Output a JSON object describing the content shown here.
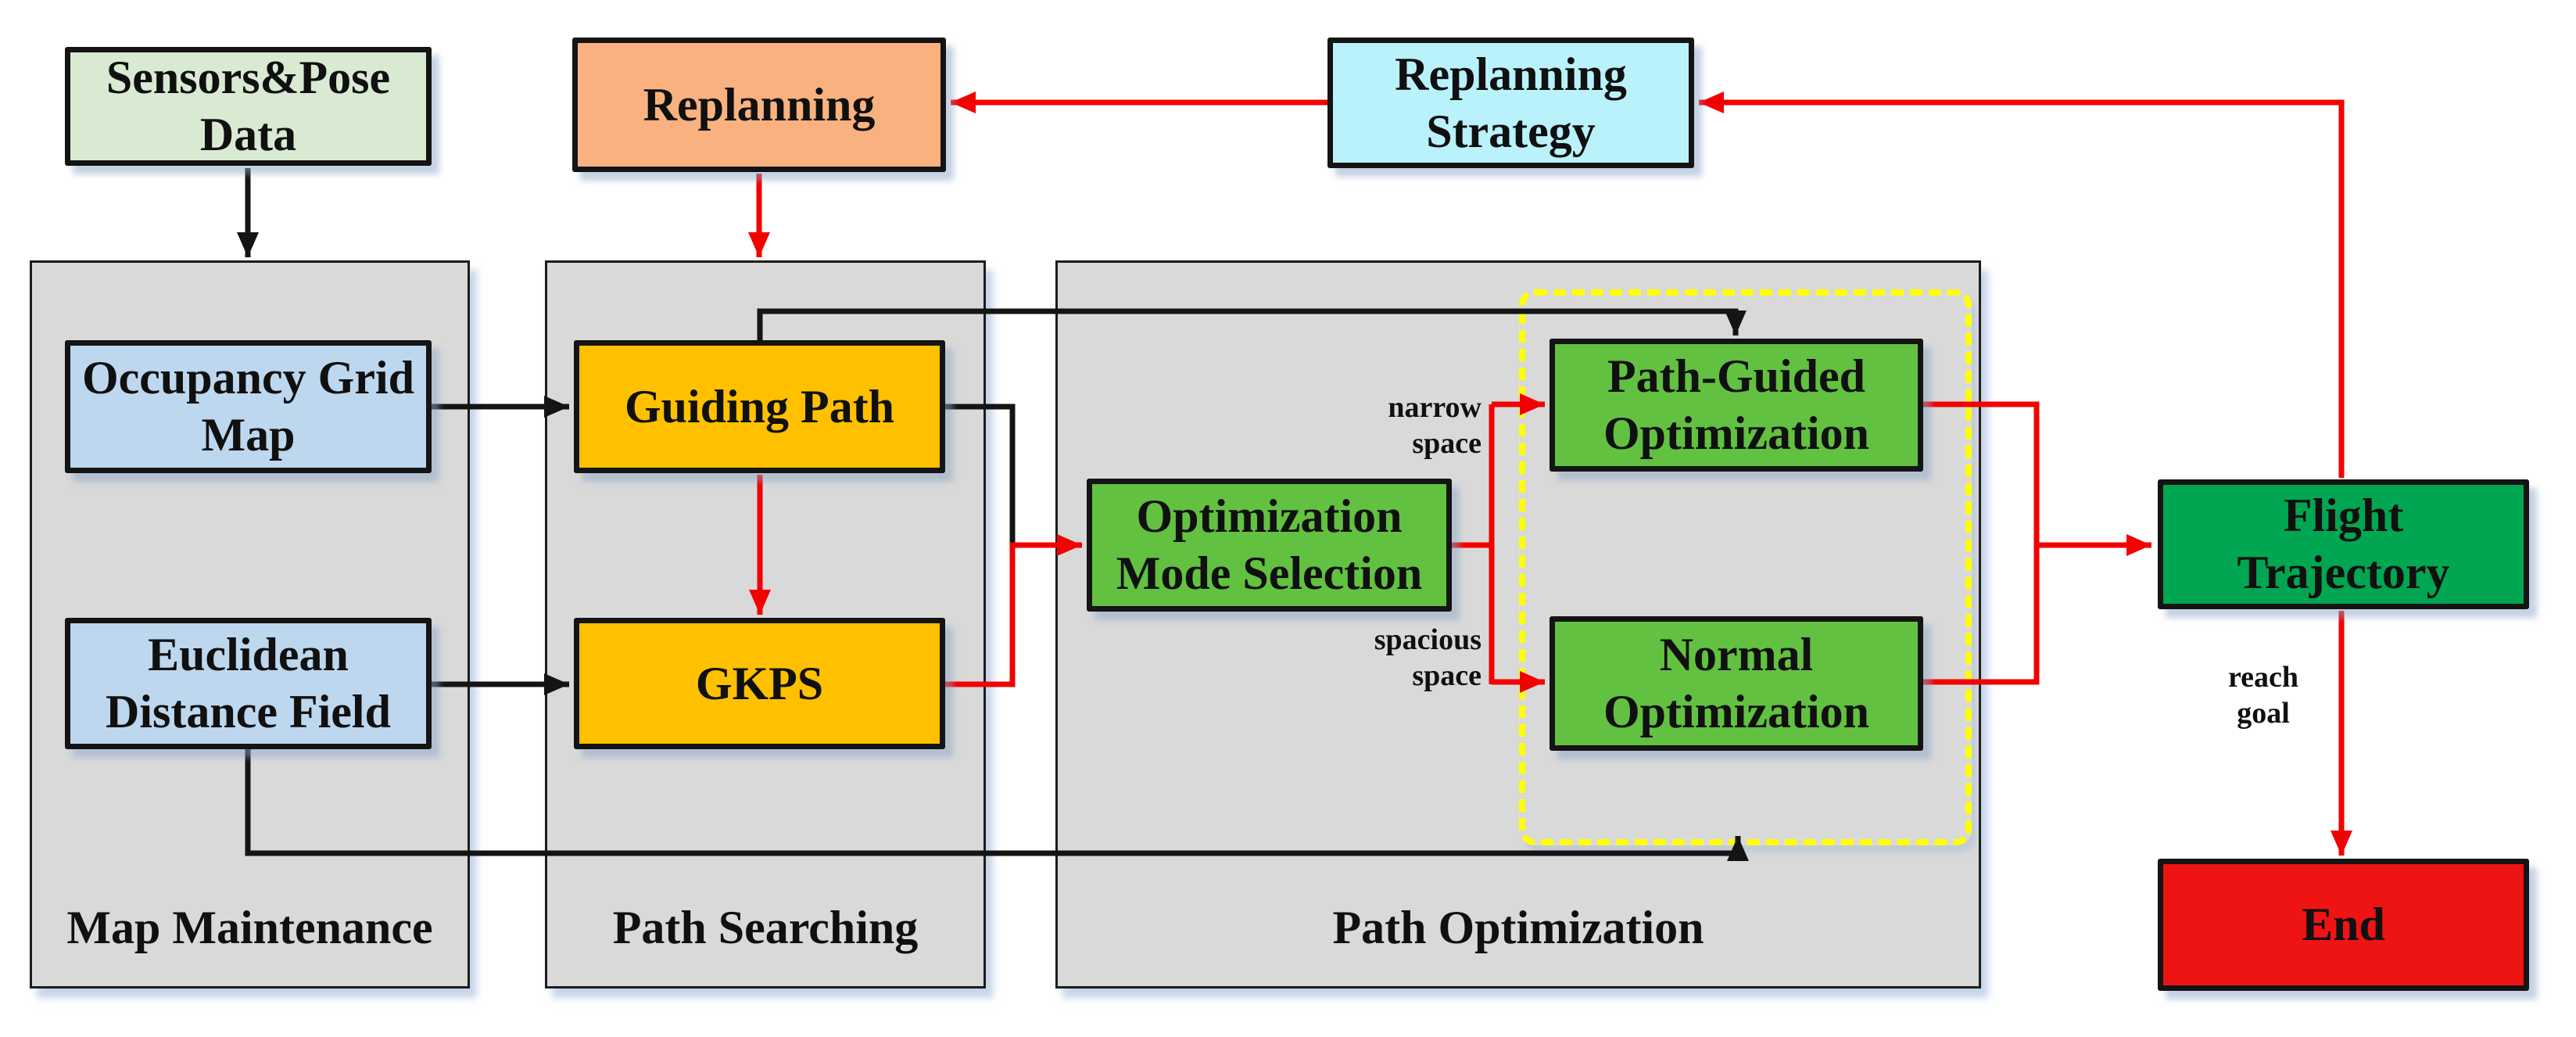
{
  "diagram": {
    "panels": [
      {
        "id": "map-maintenance",
        "label": "Map Maintenance"
      },
      {
        "id": "path-searching",
        "label": "Path Searching"
      },
      {
        "id": "path-optimization",
        "label": "Path Optimization"
      }
    ],
    "nodes": {
      "sensors": {
        "label": "Sensors&Pose\nData",
        "fill": "#d9ead3"
      },
      "replanning": {
        "label": "Replanning",
        "fill": "#f9b27f"
      },
      "replanning_strategy": {
        "label": "Replanning\nStrategy",
        "fill": "#b9f2fa"
      },
      "occupancy_grid_map": {
        "label": "Occupancy Grid\nMap",
        "fill": "#bdd7ee"
      },
      "euclidean_distance_field": {
        "label": "Euclidean\nDistance Field",
        "fill": "#bdd7ee"
      },
      "guiding_path": {
        "label": "Guiding Path",
        "fill": "#ffc000"
      },
      "gkps": {
        "label": "GKPS",
        "fill": "#ffc000"
      },
      "optimization_mode_selection": {
        "label": "Optimization\nMode Selection",
        "fill": "#62c140"
      },
      "path_guided_optimization": {
        "label": "Path-Guided\nOptimization",
        "fill": "#62c140"
      },
      "normal_optimization": {
        "label": "Normal\nOptimization",
        "fill": "#62c140"
      },
      "flight_trajectory": {
        "label": "Flight\nTrajectory",
        "fill": "#00a651"
      },
      "end": {
        "label": "End",
        "fill": "#ee1414"
      }
    },
    "edge_labels": {
      "narrow": "narrow\nspace",
      "spacious": "spacious\nspace",
      "reach_goal": "reach\ngoal"
    },
    "colors": {
      "arrow_red": "#f30000",
      "line_black": "#141414",
      "panel_fill": "#d9d9d9",
      "dashed_yellow": "#ffff00"
    }
  }
}
